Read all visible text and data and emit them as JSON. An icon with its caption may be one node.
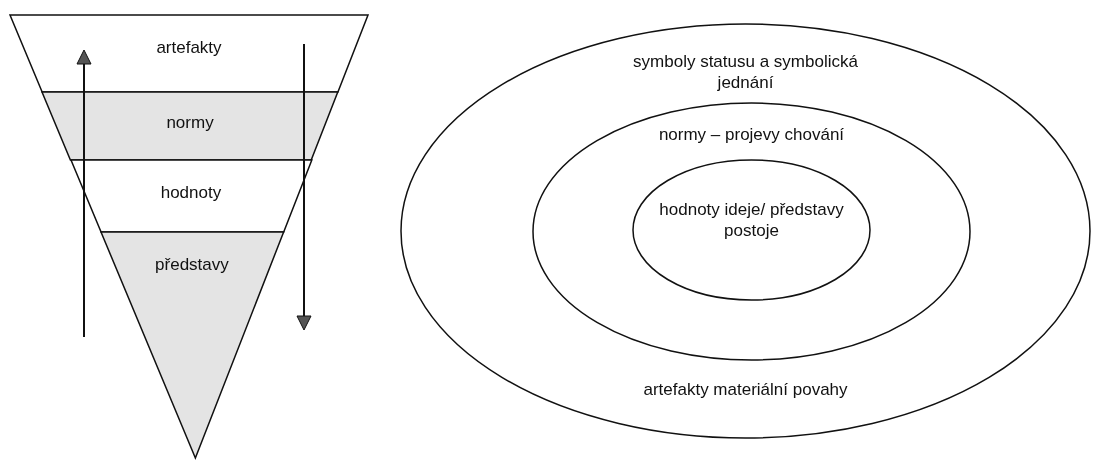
{
  "diagram": {
    "nodes": [
      {
        "text": [
          "artefakty"
        ]
      },
      {
        "text": [
          "normy"
        ]
      },
      {
        "text": [
          "hodnoty"
        ]
      },
      {
        "text": [
          "představy"
        ]
      },
      {
        "text": [
          "symboly statusu a symbolická jednání",
          "artefakty materiální povahy"
        ]
      },
      {
        "text": [
          "normy – projevy chování"
        ],
        "in": 4
      },
      {
        "text": [
          "hodnoty ideje/ představy postoje"
        ],
        "in": 5
      }
    ],
    "edges": []
  }
}
